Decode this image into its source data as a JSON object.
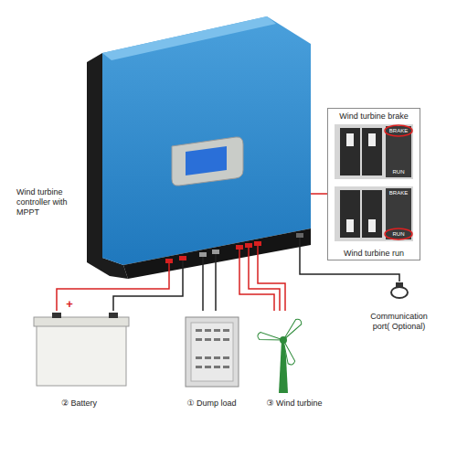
{
  "diagram": {
    "nodes": [
      {
        "text": [
          "Wind turbine controller with MPPT"
        ]
      },
      {
        "text": [
          "Wind turbine brake",
          "Wind turbine run"
        ]
      },
      {
        "text": [
          "Communication port( Optional)"
        ]
      },
      {
        "text": [
          "② Battery"
        ]
      },
      {
        "text": [
          "① Dump load"
        ]
      },
      {
        "text": [
          "③ Wind turbine"
        ]
      }
    ],
    "edges": [
      {
        "from": 0,
        "to": 1,
        "arrow": "none"
      },
      {
        "from": 0,
        "to": 2,
        "arrow": "none"
      },
      {
        "from": 0,
        "to": 3,
        "arrow": "none"
      },
      {
        "from": 0,
        "to": 4,
        "arrow": "none"
      },
      {
        "from": 0,
        "to": 5,
        "arrow": "none"
      }
    ],
    "labels": [
      "BRAKE",
      "RUN",
      "BRAKE",
      "RUN",
      "+"
    ]
  }
}
